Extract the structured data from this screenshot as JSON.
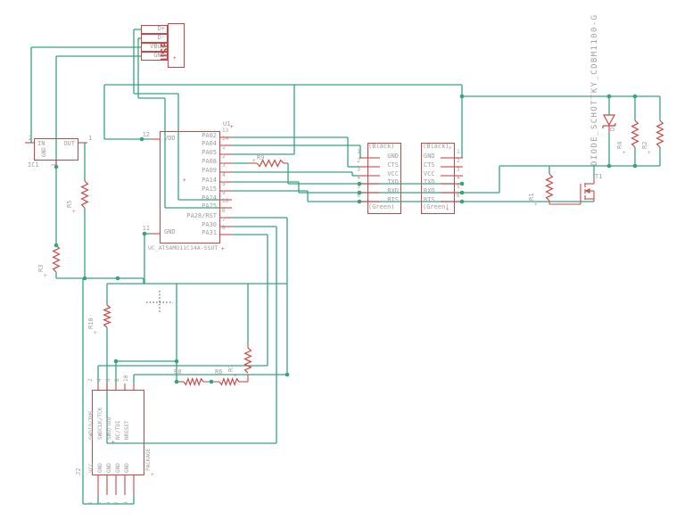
{
  "palette": {
    "wire_color": "#36a37c",
    "symbol_color": "#c94747",
    "label_color": "#9e9e9e",
    "background": "#ffffff"
  },
  "origin_mark": "+",
  "usb_connector": {
    "name": "USB",
    "pin_labels": [
      "D+",
      "D-",
      "VBuS",
      "GND"
    ]
  },
  "regulator": {
    "refdes": "IC1",
    "pin_in": {
      "number": "2",
      "label": "IN"
    },
    "pin_out": {
      "number": "1",
      "label": "OUT"
    },
    "pin_gnd": {
      "number": "3",
      "label": "GND"
    }
  },
  "mcu": {
    "refdes": "U1",
    "value": "UC_ATSAMD11C14A-SSUT",
    "left_pins": [
      {
        "number": "12",
        "label": "VDD"
      },
      {
        "number": "11",
        "label": "GND"
      }
    ],
    "right_pins": [
      {
        "number": "13",
        "label": "PA02"
      },
      {
        "number": "14",
        "label": "PA04"
      },
      {
        "number": "1",
        "label": "PA05"
      },
      {
        "number": "2",
        "label": "PA08"
      },
      {
        "number": "3",
        "label": "PA09"
      },
      {
        "number": "4",
        "label": "PA14"
      },
      {
        "number": "5",
        "label": "PA15"
      },
      {
        "number": "9",
        "label": "PA24"
      },
      {
        "number": "10",
        "label": "PA25"
      },
      {
        "number": "6",
        "label": "PA28/RST"
      },
      {
        "number": "7",
        "label": "PA30"
      },
      {
        "number": "8",
        "label": "PA31"
      }
    ]
  },
  "uart_connector_left": {
    "top_label": "(Black)",
    "bottom_label": "(Green)",
    "pins": [
      {
        "number": "1",
        "label": "GND"
      },
      {
        "number": "2",
        "label": "CTS"
      },
      {
        "number": "3",
        "label": "VCC"
      },
      {
        "number": "4",
        "label": "TXD"
      },
      {
        "number": "5",
        "label": "RXD"
      },
      {
        "number": "6",
        "label": "RTS"
      }
    ]
  },
  "uart_connector_right": {
    "top_label": "(Black)",
    "bottom_label": "(Green)",
    "pins": [
      {
        "number": "1",
        "label": "GND"
      },
      {
        "number": "2",
        "label": "CTS"
      },
      {
        "number": "3",
        "label": "VCC"
      },
      {
        "number": "4",
        "label": "TXD"
      },
      {
        "number": "5",
        "label": "RXD"
      },
      {
        "number": "6",
        "label": "RTS"
      }
    ]
  },
  "diode": {
    "refdes": "D1",
    "value": "DIODE_SCHOTTKY_CDBM1100-G"
  },
  "transistor": {
    "refdes": "T1"
  },
  "resistors": {
    "r1": "R1",
    "r2": "R2",
    "r3": "R3",
    "r4": "R4",
    "r5": "R5",
    "r6": "R6",
    "r7": "R7",
    "r8": "R8",
    "r9": "R9",
    "r10": "R10"
  },
  "swd_connector": {
    "refdes": "J2",
    "package_label": "PACKAGE",
    "top_pins": [
      {
        "number": "2",
        "label": "SWDIO/TMS"
      },
      {
        "number": "4",
        "label": "SWDCLK/TCK"
      },
      {
        "number": "6",
        "label": "SWO/TDO"
      },
      {
        "number": "8",
        "label": "NC/TDI"
      },
      {
        "number": "10",
        "label": "NRESET"
      }
    ],
    "bottom_pins": [
      {
        "number": "1",
        "label": "VCC"
      },
      {
        "number": "3",
        "label": "GND"
      },
      {
        "number": "5",
        "label": "GND"
      },
      {
        "number": "7",
        "label": "GND"
      },
      {
        "number": "9",
        "label": "GND"
      }
    ]
  }
}
